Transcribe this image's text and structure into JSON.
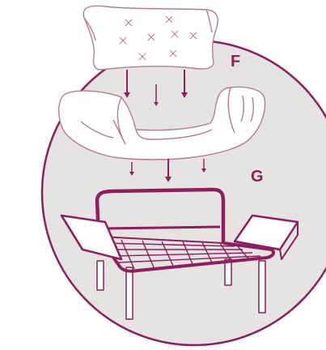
{
  "colors": {
    "background": "#ffffff",
    "circle_fill": "#e6e3e3",
    "accent": "#8e1f5f",
    "outline_light": "#b57a9a",
    "cushion_fill": "#ffffff"
  },
  "labels": {
    "step_f": "F",
    "step_g": "G"
  },
  "icons": {
    "back_cushion": "tufted-back-cushion",
    "seat_cushion": "seat-cushion",
    "frame": "sofa-frame",
    "arrow": "down-arrow"
  }
}
